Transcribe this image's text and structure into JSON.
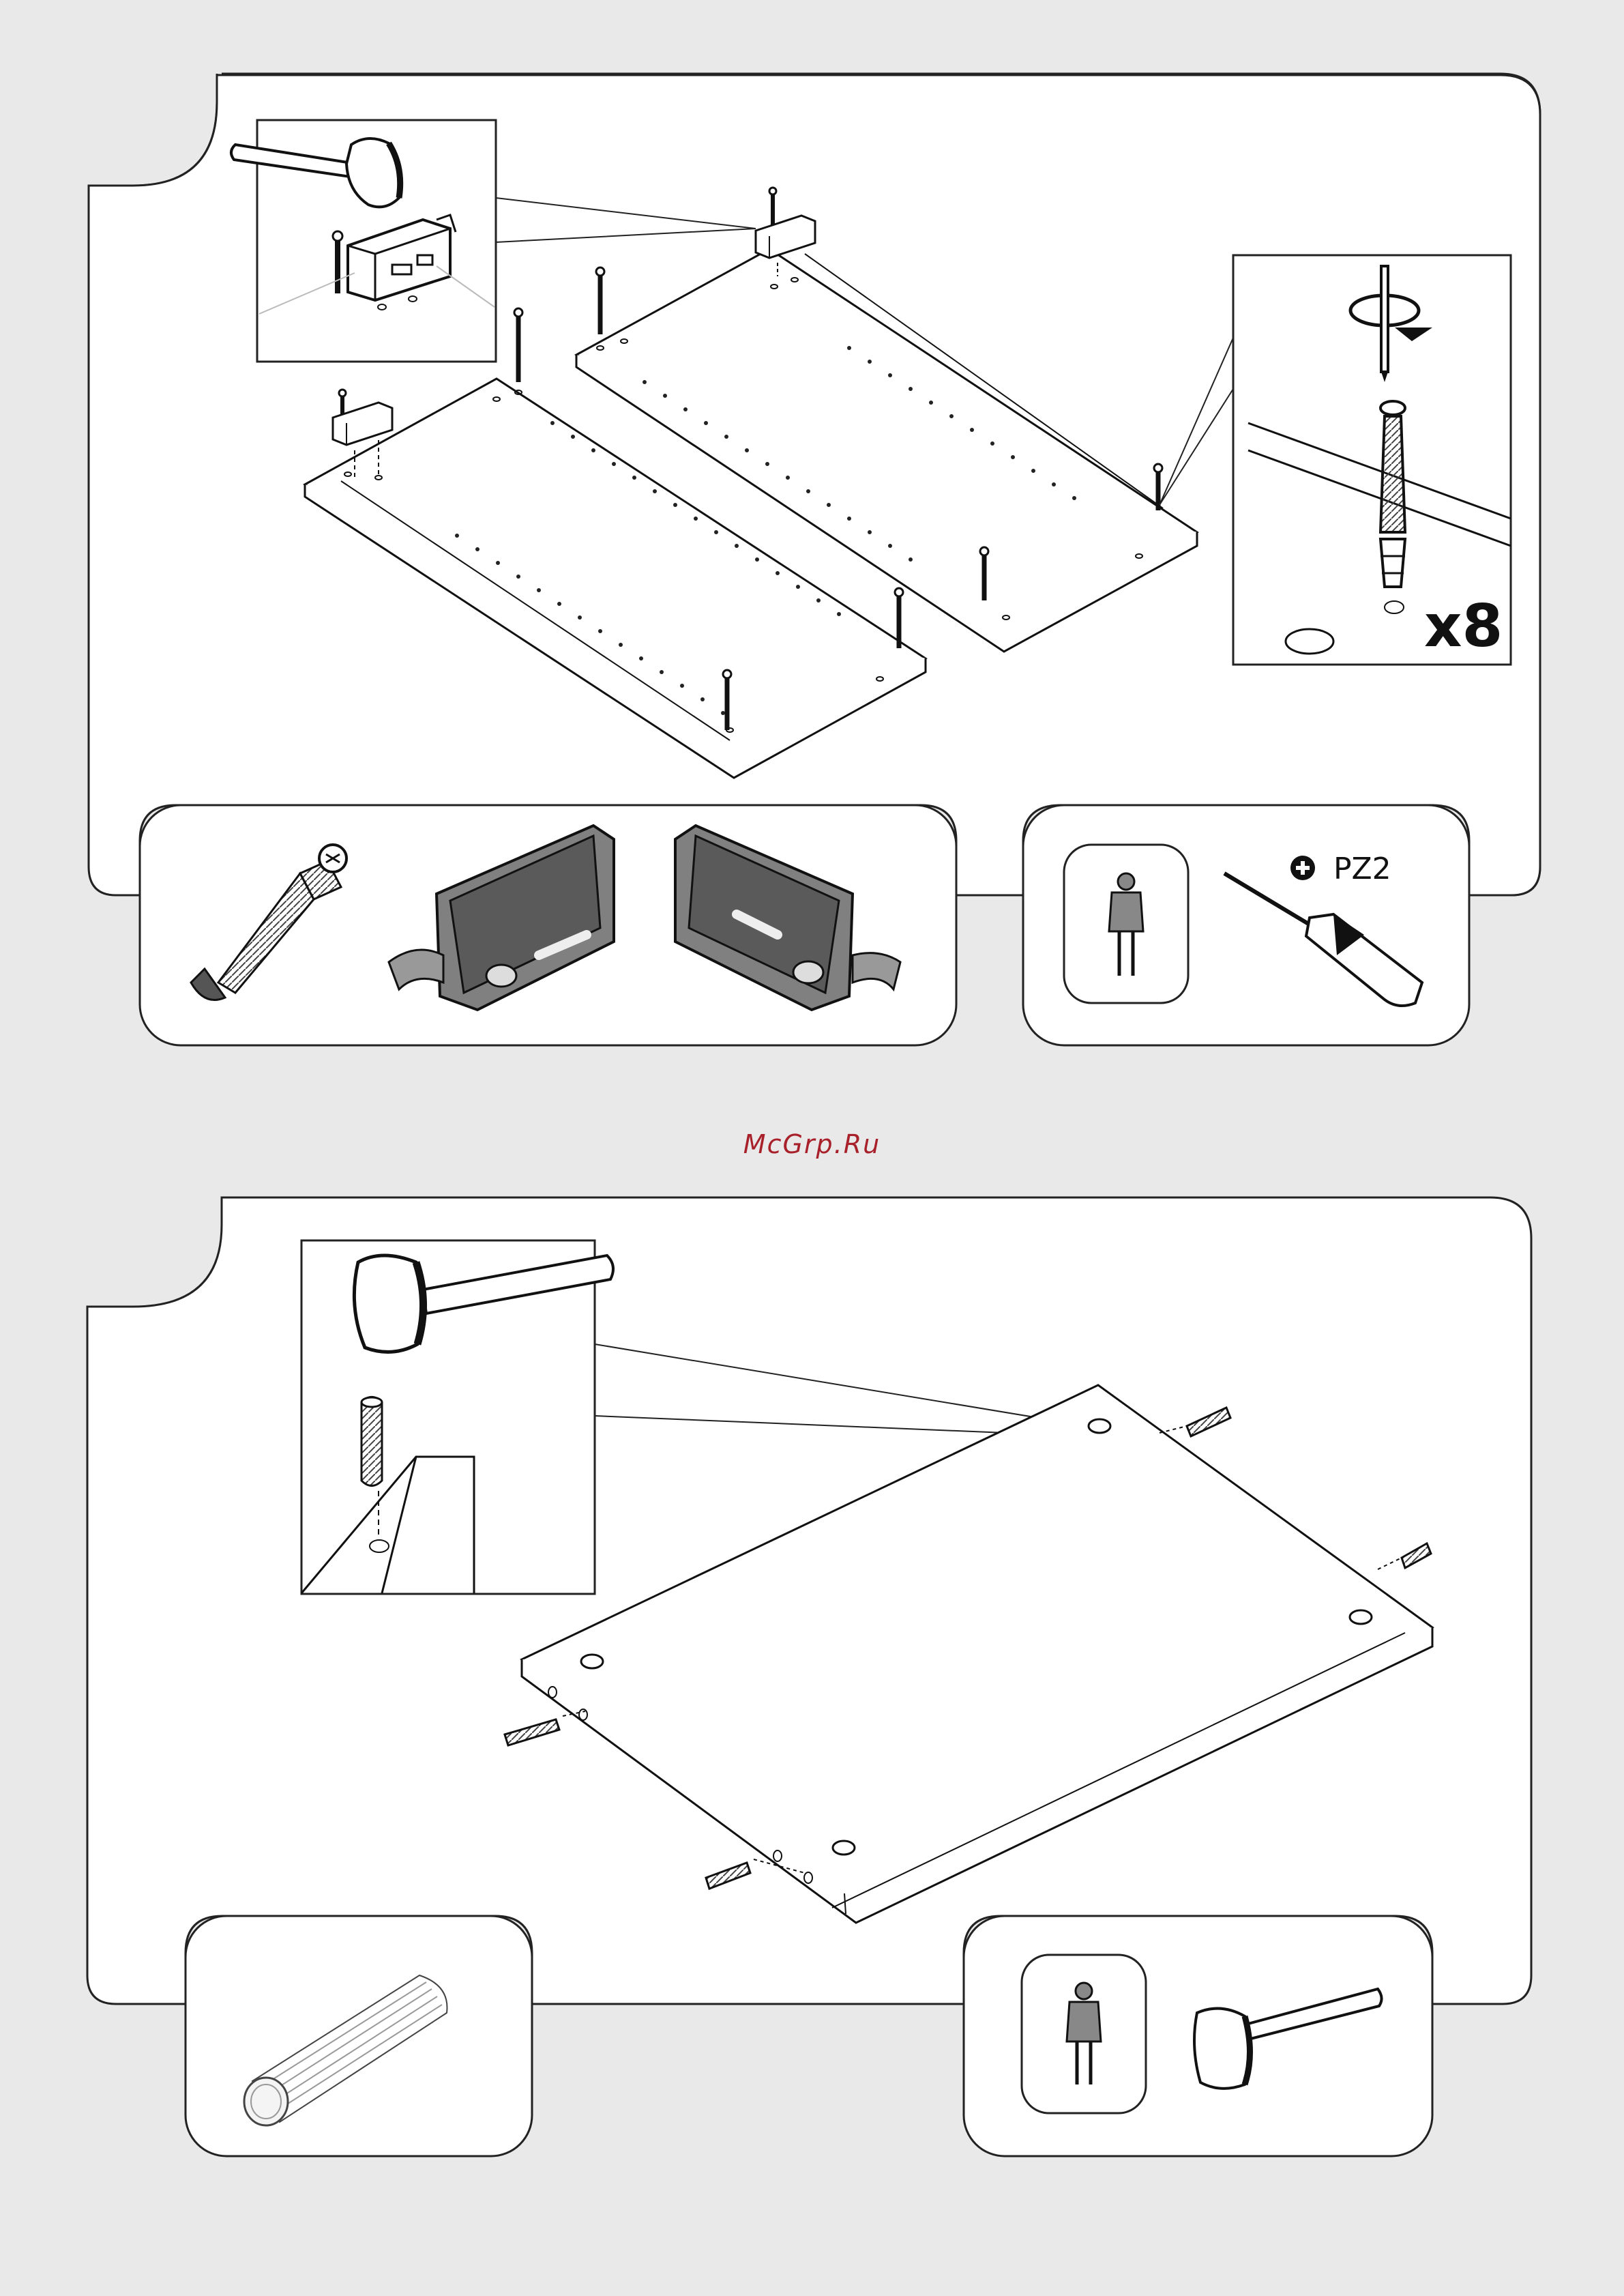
{
  "watermark": "McGrp.Ru",
  "step1": {
    "quantity": "x8",
    "tool_label": "PZ2",
    "icons": [
      "hammer-icon",
      "screwdriver-icon",
      "person-icon",
      "cam-bolt-icon",
      "bracket-icon"
    ]
  },
  "step2": {
    "icons": [
      "hammer-icon",
      "wooden-dowel-icon",
      "person-icon"
    ]
  }
}
